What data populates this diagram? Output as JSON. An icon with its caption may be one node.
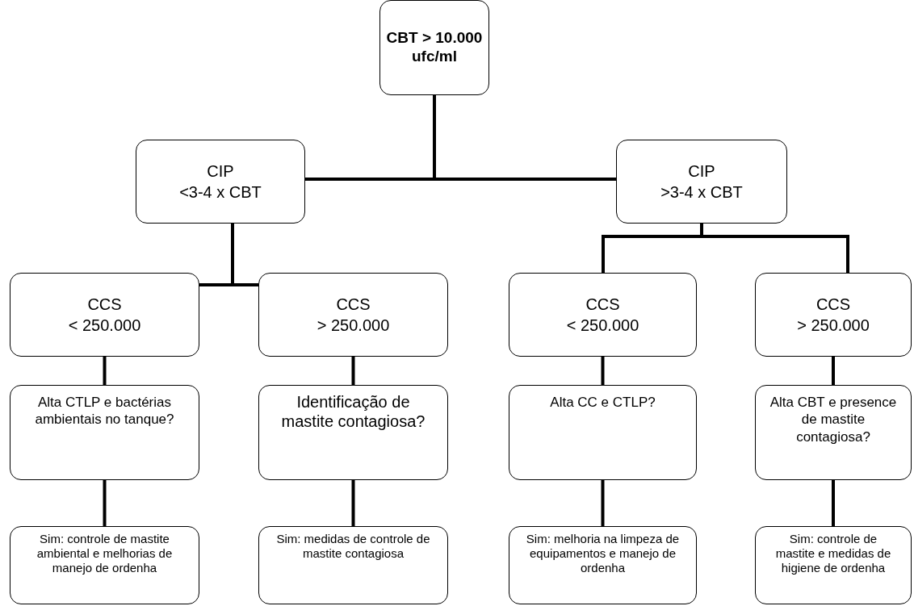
{
  "diagram": {
    "nodes": [
      {
        "text": [
          "CBT > 10.000 ufc/ml"
        ]
      },
      {
        "text": [
          "CIP",
          "<3-4 x CBT"
        ]
      },
      {
        "text": [
          "CIP",
          ">3-4 x CBT"
        ]
      },
      {
        "text": [
          "CCS",
          "< 250.000"
        ]
      },
      {
        "text": [
          "CCS",
          "> 250.000"
        ]
      },
      {
        "text": [
          "CCS",
          "< 250.000"
        ]
      },
      {
        "text": [
          "CCS",
          "> 250.000"
        ]
      },
      {
        "text": [
          "Alta CTLP e bactérias ambientais no tanque?"
        ]
      },
      {
        "text": [
          "Identificação de mastite contagiosa?"
        ]
      },
      {
        "text": [
          "Alta CC e CTLP?"
        ]
      },
      {
        "text": [
          "Alta CBT e presence de mastite contagiosa?"
        ]
      },
      {
        "text": [
          "Sim: controle de mastite ambiental e melhorias de manejo de ordenha"
        ]
      },
      {
        "text": [
          "Sim: medidas de controle de mastite contagiosa"
        ]
      },
      {
        "text": [
          "Sim: melhoria na limpeza de equipamentos e manejo de ordenha"
        ]
      },
      {
        "text": [
          "Sim: controle de mastite e medidas de higiene de ordenha"
        ]
      }
    ],
    "edges": [
      {
        "from": 0,
        "to": 1,
        "arrow": "none"
      },
      {
        "from": 0,
        "to": 2,
        "arrow": "none"
      },
      {
        "from": 1,
        "to": 3,
        "arrow": "none"
      },
      {
        "from": 1,
        "to": 4,
        "arrow": "none"
      },
      {
        "from": 2,
        "to": 5,
        "arrow": "none"
      },
      {
        "from": 2,
        "to": 6,
        "arrow": "none"
      },
      {
        "from": 3,
        "to": 7,
        "arrow": "none"
      },
      {
        "from": 4,
        "to": 8,
        "arrow": "none"
      },
      {
        "from": 5,
        "to": 9,
        "arrow": "none"
      },
      {
        "from": 6,
        "to": 10,
        "arrow": "none"
      },
      {
        "from": 7,
        "to": 11,
        "arrow": "none"
      },
      {
        "from": 8,
        "to": 12,
        "arrow": "none"
      },
      {
        "from": 9,
        "to": 13,
        "arrow": "none"
      },
      {
        "from": 10,
        "to": 14,
        "arrow": "none"
      }
    ]
  }
}
